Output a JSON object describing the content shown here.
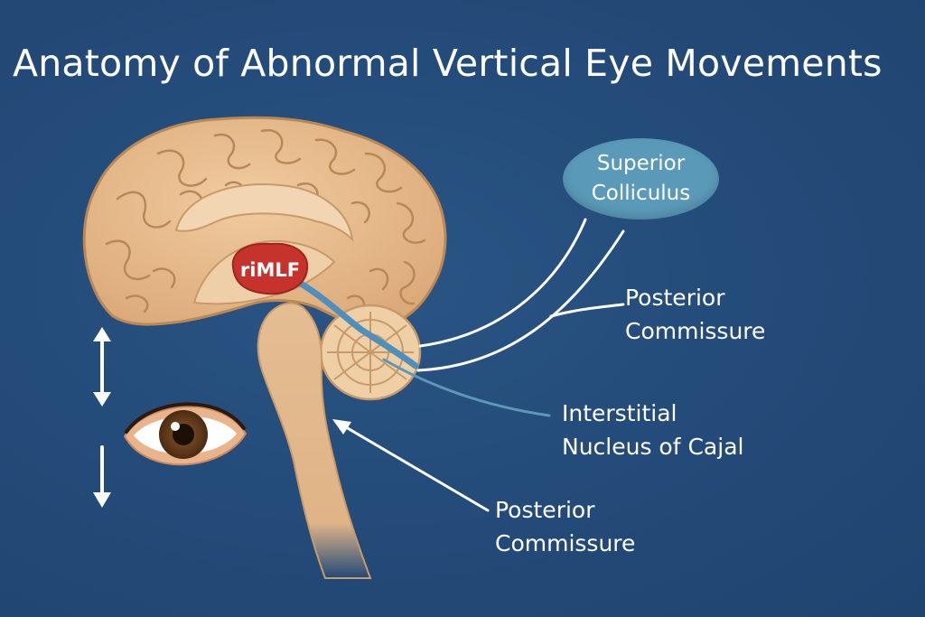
{
  "title": "Anatomy of Abnormal Vertical Eye Movements",
  "labels": {
    "superior_colliculus": [
      "Superior",
      "Colliculus"
    ],
    "posterior_commissure_right": [
      "Posterior",
      "Commissure"
    ],
    "interstitial_nucleus": [
      "Interstitial",
      "Nucleus of Cajal"
    ],
    "posterior_commissure_bottom": [
      "Posterior",
      "Commissure"
    ],
    "rimlf": "riMLF"
  },
  "colors": {
    "background": "#234a78",
    "brain": "#e7bd8e",
    "brain_outline": "#b98857",
    "brainstem": "#e5bd92",
    "rimlf": "#c5332c",
    "superior_colliculus_bubble": "#5a9ab8",
    "pathway": "#4f8fbd",
    "leader_line": "#ffffff"
  },
  "icons": {
    "eye": "eye-icon",
    "up_arrow": "arrow-up-down-icon",
    "down_arrow": "arrow-down-icon"
  }
}
